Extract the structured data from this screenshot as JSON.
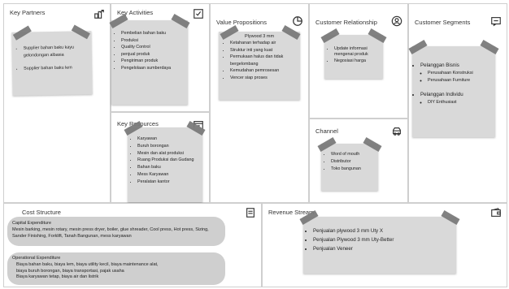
{
  "key_partners": {
    "title": "Key Partners",
    "icon": "handshake-icon",
    "items": [
      "Supplier bahan baku kayu gelondongan albasia",
      "Supplier bahan baku lem"
    ]
  },
  "key_activities": {
    "title": "Key Activities",
    "icon": "checkbox-icon",
    "items": [
      "Pembelian bahan baku",
      "Produksi",
      "Quality Control",
      "penjual produk",
      "Pengiriman produk",
      "Pengelolaan sumberdaya"
    ]
  },
  "key_resources": {
    "title": "Key Resources",
    "icon": "box-icon",
    "items": [
      "Karyawan",
      "Buruh borongan",
      "Mesin dan alat produksi",
      "Ruang Produksi dan Gudang",
      "Bahan baku",
      "Mess Karyawan",
      "Peralatan kantor"
    ]
  },
  "value_propositions": {
    "title": "Value Propositions",
    "icon": "pie-chart-icon",
    "items": [
      "Plywood 3 mm",
      "Ketahanan terhadap air",
      "Struktur inti yang kuat",
      "Permukaan halus dan tidak bergelombang",
      "Kemudahan pemrosesan",
      "Vencer siap proses"
    ]
  },
  "customer_relationship": {
    "title": "Customer Relationship",
    "icon": "user-circle-icon",
    "items": [
      "Update informasi mengenai produk",
      "Negosiasi harga"
    ]
  },
  "channel": {
    "title": "Channel",
    "icon": "truck-icon",
    "items": [
      "Word of mouth",
      "Distributor",
      "Toko bangunan"
    ]
  },
  "customer_segments": {
    "title": "Customer Segments",
    "icon": "chat-bubble-icon",
    "groups": [
      {
        "label": "Pelanggan Bisnis",
        "items": [
          "Perusahaan Konstruksi",
          "Perusahaan Furniture"
        ]
      },
      {
        "label": "Pelanggan Individu",
        "items": [
          "DIY Enthusiast"
        ]
      }
    ]
  },
  "cost_structure": {
    "title": "Cost Structure",
    "icon": "document-icon",
    "capital": {
      "title": "Capital Expenditure",
      "text": "Mesin barking, mesin rotary, mesin press dryer, boiler, glue shreader, Cool press, Hot press, Sizing, Sander Finishing, Forklift, Tanah Bangunan, mess karyawan"
    },
    "operational": {
      "title": "Operational Expenditure",
      "lines": [
        "Biaya bahan baku, biaya lem, biaya utility kecil, biaya maintenance alat,",
        "biaya buruh borongan, biaya transportasi, pajak usaha",
        "Biaya karyawan tetap, biaya air dan listrik"
      ]
    }
  },
  "revenue_stream": {
    "title": "Revenue Stream",
    "icon": "wallet-icon",
    "items": [
      "Penjualan plywood 3 mm Uty X",
      "Penjualan Plywood 3 mm Uty-Better",
      "Penjualan Veneer"
    ]
  }
}
